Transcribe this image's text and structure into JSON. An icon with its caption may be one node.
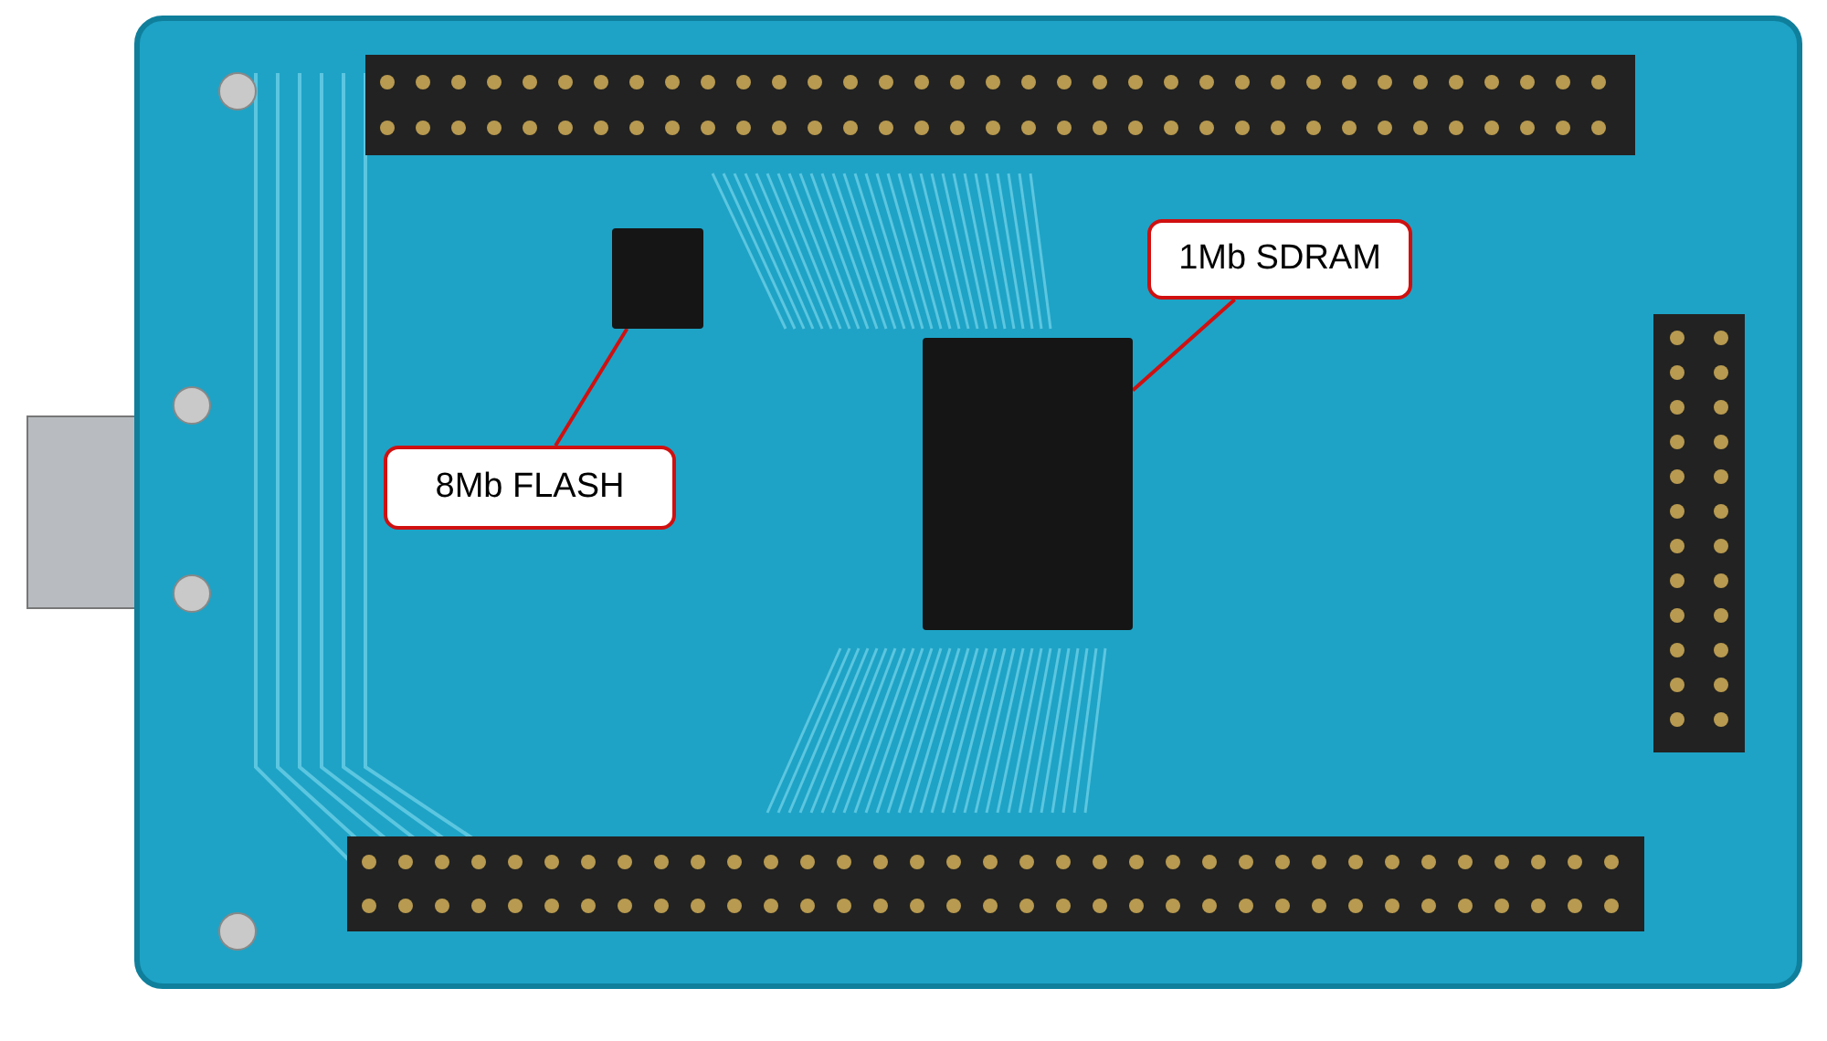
{
  "diagram": {
    "nodes": [
      {
        "text": [
          "1Mb SDRAM"
        ]
      },
      {
        "text": [
          "8Mb FLASH"
        ]
      },
      {
        "text": [],
        "shape": "box"
      },
      {
        "text": [],
        "shape": "box"
      }
    ],
    "edges": [
      {
        "from": 0,
        "to": 2,
        "arrow": "none"
      },
      {
        "from": 1,
        "to": 3,
        "arrow": "none"
      }
    ]
  }
}
